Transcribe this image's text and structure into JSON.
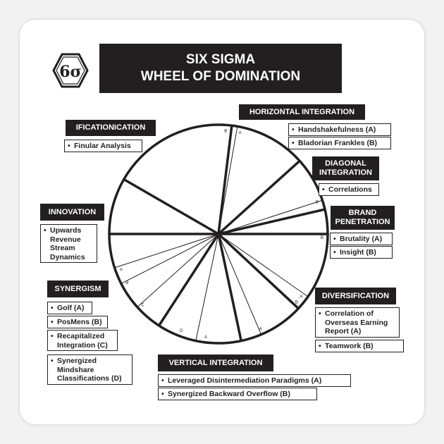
{
  "title": {
    "line1": "SIX SIGMA",
    "line2": "WHEEL OF DOMINATION"
  },
  "logo": {
    "icon": "six-sigma-hexagon-icon",
    "text": "6σ"
  },
  "categories": {
    "horizontal_integration": {
      "header": "HORIZONTAL INTEGRATION",
      "items": [
        "Handshakefulness (A)",
        "Bladorian Frankles (B)"
      ]
    },
    "ificationication": {
      "header": "IFICATIONICATION",
      "items": [
        "Finular Analysis"
      ]
    },
    "diagonal_integration": {
      "header": "DIAGONAL\nINTEGRATION",
      "items": [
        "Correlations"
      ]
    },
    "innovation": {
      "header": "INNOVATION",
      "items": [
        "Upwards\nRevenue\nStream\nDynamics"
      ]
    },
    "brand_penetration": {
      "header": "BRAND\nPENETRATION",
      "items": [
        "Brutality (A)",
        "Insight (B)"
      ]
    },
    "synergism": {
      "header": "SYNERGISM",
      "items": [
        "Golf (A)",
        "PosMens (B)",
        "Recapitalized\nIntegration (C)",
        "Synergized\nMindshare\nClassifications (D)"
      ]
    },
    "diversification": {
      "header": "DIVERSIFICATION",
      "items": [
        "Correlation of\nOverseas Earning\nReport (A)",
        "Teamwork (B)"
      ]
    },
    "vertical_integration": {
      "header": "VERTICAL INTEGRATION",
      "items": [
        "Leveraged Disintermediation Paradigms (A)",
        "Synergized Backward Overflow (B)"
      ]
    }
  },
  "wheel": {
    "spoke_labels": [
      "A",
      "B",
      "B",
      "A",
      "B",
      "A",
      "B",
      "A",
      "A",
      "D",
      "C",
      "B",
      "A"
    ]
  },
  "colors": {
    "ink": "#231f20",
    "paper": "#ffffff",
    "backdrop": "#f2f2f2"
  }
}
